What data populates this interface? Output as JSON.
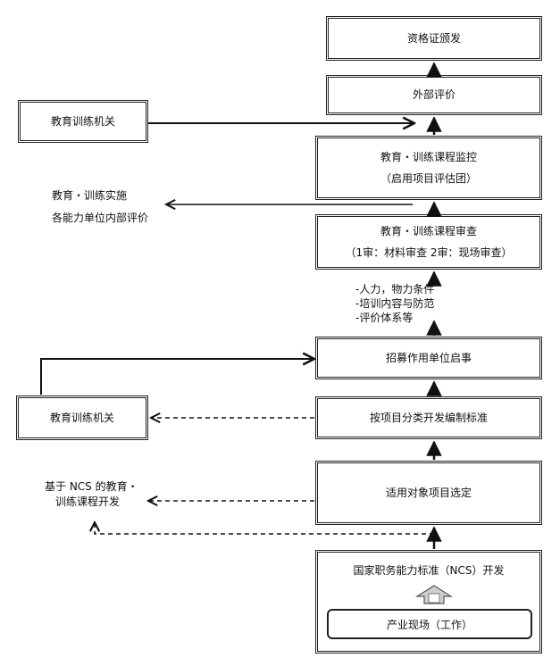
{
  "flow": {
    "certificate": "资格证颁发",
    "external_eval": "外部评价",
    "monitoring": {
      "line1": "教育・训练课程监控",
      "line2": "（启用项目评估团）"
    },
    "review": {
      "line1": "教育・训练课程审查",
      "line2": "（1审：材料审查 2审：现场审查）"
    },
    "recruit": "招募作用单位启事",
    "develop_standards": "按项目分类开发编制标准",
    "select_target": "适用对象项目选定",
    "ncs": {
      "title": "国家职务能力标准（NCS）开发",
      "field": "产业现场（工作）"
    }
  },
  "side": {
    "edu_org_top": "教育训练机关",
    "edu_org_mid": "教育训练机关",
    "internal_eval": {
      "line1": "教育・训练实施",
      "line2": "各能力单位内部评价"
    },
    "ncs_course": {
      "line1": "基于 NCS 的教育・",
      "line2": "训练课程开发"
    },
    "conditions": [
      "-人力，物力条件",
      "-培训内容与防范",
      "-评价体系等"
    ]
  }
}
